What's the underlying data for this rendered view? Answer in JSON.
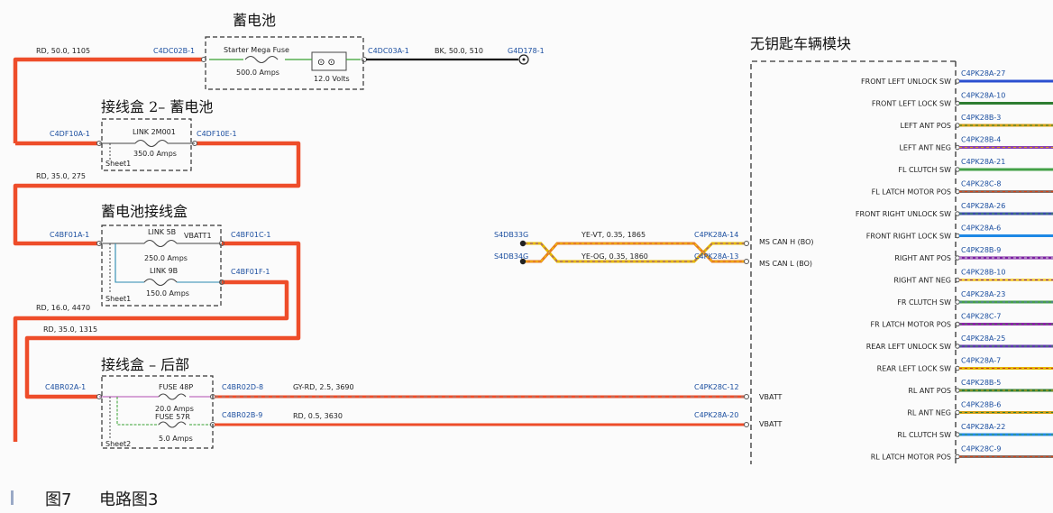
{
  "titles": {
    "battery": "蓄电池",
    "jb_battery": "接线盒 2– 蓄电池",
    "battery_jb": "蓄电池接线盒",
    "rear_jb": "接线盒 – 后部",
    "keyless": "无钥匙车辆模块"
  },
  "wires": {
    "w1": "RD, 50.0, 1105",
    "w2": "BK, 50.0, 510",
    "w3": "RD, 35.0, 275",
    "w4": "RD, 16.0, 4470",
    "w5": "RD, 35.0, 1315",
    "w6": "GY-RD, 2.5, 3690",
    "w7": "RD, 0.5, 3630",
    "w8": "YE-VT, 0.35, 1865",
    "w9": "YE-OG, 0.35, 1860"
  },
  "connectors": {
    "c1": "C4DC02B-1",
    "c2": "C4DC03A-1",
    "c3": "G4D178-1",
    "c4": "C4DF10A-1",
    "c5": "C4DF10E-1",
    "c6": "C4BF01A-1",
    "c7": "C4BF01C-1",
    "c8": "C4BF01F-1",
    "c9": "C4BR02A-1",
    "c10": "C4BR02D-8",
    "c11": "C4BR02B-9",
    "c12": "C4PK28C-12",
    "c13": "C4PK28A-20",
    "c14": "S4DB33G",
    "c15": "S4DB34G",
    "c16": "C4PK28A-14",
    "c17": "C4PK28A-13"
  },
  "components": {
    "starter_fuse": "Starter Mega Fuse",
    "starter_amps": "500.0 Amps",
    "battery_volts": "12.0 Volts",
    "link_2m001": "LINK 2M001",
    "link_2m001_amps": "350.0 Amps",
    "sheet1a": "Sheet1",
    "link5b": "LINK 5B",
    "vbatt1": "VBATT1",
    "link5b_amps": "250.0 Amps",
    "link9b": "LINK 9B",
    "link9b_amps": "150.0 Amps",
    "sheet1b": "Sheet1",
    "fuse48p": "FUSE 48P",
    "fuse48p_amps": "20.0 Amps",
    "fuse57r": "FUSE 57R",
    "fuse57r_amps": "5.0 Amps",
    "sheet2": "Sheet2"
  },
  "pins": {
    "ms_can_h": "MS CAN H (BO)",
    "ms_can_l": "MS CAN L (BO)",
    "vbatt_a": "VBATT",
    "vbatt_b": "VBATT"
  },
  "right_pins": [
    {
      "label": "FRONT LEFT UNLOCK SW",
      "conn": "C4PK28A-27"
    },
    {
      "label": "FRONT LEFT LOCK SW",
      "conn": "C4PK28A-10"
    },
    {
      "label": "LEFT ANT POS",
      "conn": "C4PK28B-3"
    },
    {
      "label": "LEFT ANT NEG",
      "conn": "C4PK28B-4"
    },
    {
      "label": "FL CLUTCH SW",
      "conn": "C4PK28A-21"
    },
    {
      "label": "FL LATCH MOTOR POS",
      "conn": "C4PK28C-8"
    },
    {
      "label": "FRONT RIGHT UNLOCK SW",
      "conn": "C4PK28A-26"
    },
    {
      "label": "FRONT RIGHT LOCK SW",
      "conn": "C4PK28A-6"
    },
    {
      "label": "RIGHT ANT POS",
      "conn": "C4PK28B-9"
    },
    {
      "label": "RIGHT ANT NEG",
      "conn": "C4PK28B-10"
    },
    {
      "label": "FR CLUTCH SW",
      "conn": "C4PK28A-23"
    },
    {
      "label": "FR LATCH MOTOR POS",
      "conn": "C4PK28C-7"
    },
    {
      "label": "REAR LEFT UNLOCK SW",
      "conn": "C4PK28A-25"
    },
    {
      "label": "REAR LEFT LOCK SW",
      "conn": "C4PK28A-7"
    },
    {
      "label": "RL ANT POS",
      "conn": "C4PK28B-5"
    },
    {
      "label": "RL ANT NEG",
      "conn": "C4PK28B-6"
    },
    {
      "label": "RL CLUTCH SW",
      "conn": "C4PK28A-22"
    },
    {
      "label": "RL LATCH MOTOR POS",
      "conn": "C4PK28C-9"
    }
  ],
  "caption": {
    "fig": "图7",
    "title": "电路图3"
  },
  "colors": {
    "power_red": "#ee4d2a",
    "connector_blue": "#1c4fa0",
    "ground_black": "#111111"
  }
}
